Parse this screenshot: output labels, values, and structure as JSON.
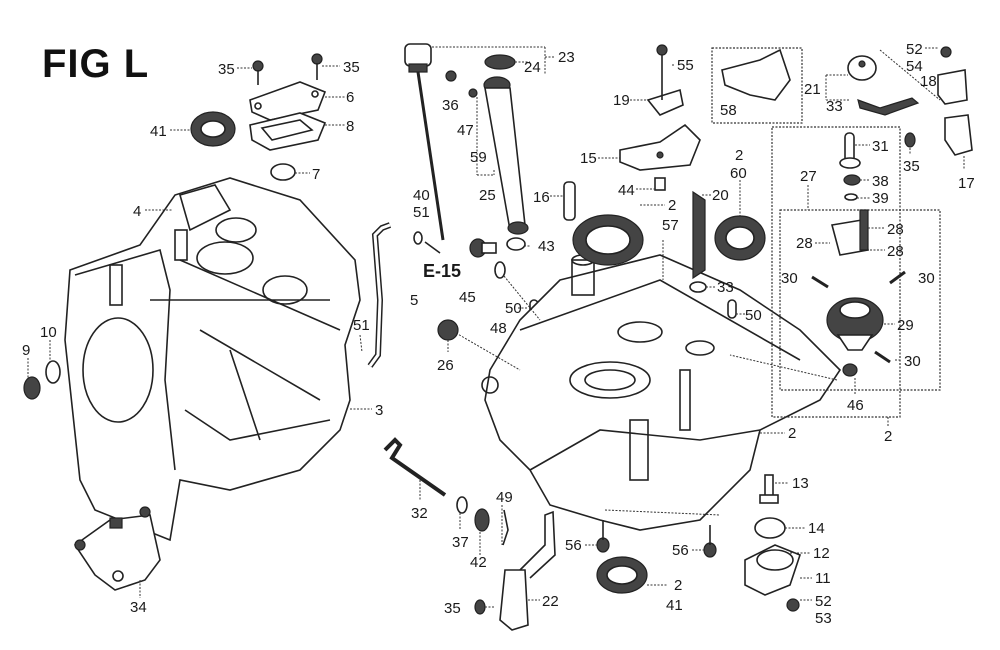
{
  "figure": {
    "title": "FIG L",
    "reference_label": "E-15"
  },
  "callouts": [
    {
      "id": "c35a",
      "number": "35"
    },
    {
      "id": "c35b",
      "number": "35"
    },
    {
      "id": "c6",
      "number": "6"
    },
    {
      "id": "c8",
      "number": "8"
    },
    {
      "id": "c41a",
      "number": "41"
    },
    {
      "id": "c7",
      "number": "7"
    },
    {
      "id": "c4",
      "number": "4"
    },
    {
      "id": "c9",
      "number": "9"
    },
    {
      "id": "c10",
      "number": "10"
    },
    {
      "id": "c3",
      "number": "3"
    },
    {
      "id": "c51a",
      "number": "51"
    },
    {
      "id": "c34",
      "number": "34"
    },
    {
      "id": "c23",
      "number": "23"
    },
    {
      "id": "c24",
      "number": "24"
    },
    {
      "id": "c36",
      "number": "36"
    },
    {
      "id": "c47",
      "number": "47"
    },
    {
      "id": "c59",
      "number": "59"
    },
    {
      "id": "c25",
      "number": "25"
    },
    {
      "id": "c40",
      "number": "40"
    },
    {
      "id": "c51b",
      "number": "51"
    },
    {
      "id": "c5",
      "number": "5"
    },
    {
      "id": "c45",
      "number": "45"
    },
    {
      "id": "c48",
      "number": "48"
    },
    {
      "id": "c43",
      "number": "43"
    },
    {
      "id": "c16",
      "number": "16"
    },
    {
      "id": "c50a",
      "number": "50"
    },
    {
      "id": "c26",
      "number": "26"
    },
    {
      "id": "c55",
      "number": "55"
    },
    {
      "id": "c19",
      "number": "19"
    },
    {
      "id": "c15",
      "number": "15"
    },
    {
      "id": "c44",
      "number": "44"
    },
    {
      "id": "c2a",
      "number": "2"
    },
    {
      "id": "c57",
      "number": "57"
    },
    {
      "id": "c20",
      "number": "20"
    },
    {
      "id": "c2b",
      "number": "2"
    },
    {
      "id": "c60",
      "number": "60"
    },
    {
      "id": "c33a",
      "number": "33"
    },
    {
      "id": "c50b",
      "number": "50"
    },
    {
      "id": "c58",
      "number": "58"
    },
    {
      "id": "c21",
      "number": "21"
    },
    {
      "id": "c33b",
      "number": "33"
    },
    {
      "id": "c52a",
      "number": "52"
    },
    {
      "id": "c54",
      "number": "54"
    },
    {
      "id": "c18",
      "number": "18"
    },
    {
      "id": "c17",
      "number": "17"
    },
    {
      "id": "c31",
      "number": "31"
    },
    {
      "id": "c35c",
      "number": "35"
    },
    {
      "id": "c27",
      "number": "27"
    },
    {
      "id": "c38",
      "number": "38"
    },
    {
      "id": "c39",
      "number": "39"
    },
    {
      "id": "c28a",
      "number": "28"
    },
    {
      "id": "c28b",
      "number": "28"
    },
    {
      "id": "c28c",
      "number": "28"
    },
    {
      "id": "c30a",
      "number": "30"
    },
    {
      "id": "c30b",
      "number": "30"
    },
    {
      "id": "c29",
      "number": "29"
    },
    {
      "id": "c30c",
      "number": "30"
    },
    {
      "id": "c46",
      "number": "46"
    },
    {
      "id": "c2c",
      "number": "2"
    },
    {
      "id": "c2d",
      "number": "2"
    },
    {
      "id": "c32",
      "number": "32"
    },
    {
      "id": "c37",
      "number": "37"
    },
    {
      "id": "c42",
      "number": "42"
    },
    {
      "id": "c49",
      "number": "49"
    },
    {
      "id": "c35d",
      "number": "35"
    },
    {
      "id": "c22",
      "number": "22"
    },
    {
      "id": "c56a",
      "number": "56"
    },
    {
      "id": "c41b",
      "number": "41"
    },
    {
      "id": "c2e",
      "number": "2"
    },
    {
      "id": "c56b",
      "number": "56"
    },
    {
      "id": "c13",
      "number": "13"
    },
    {
      "id": "c14",
      "number": "14"
    },
    {
      "id": "c12",
      "number": "12"
    },
    {
      "id": "c11",
      "number": "11"
    },
    {
      "id": "c52b",
      "number": "52"
    },
    {
      "id": "c53",
      "number": "53"
    }
  ]
}
